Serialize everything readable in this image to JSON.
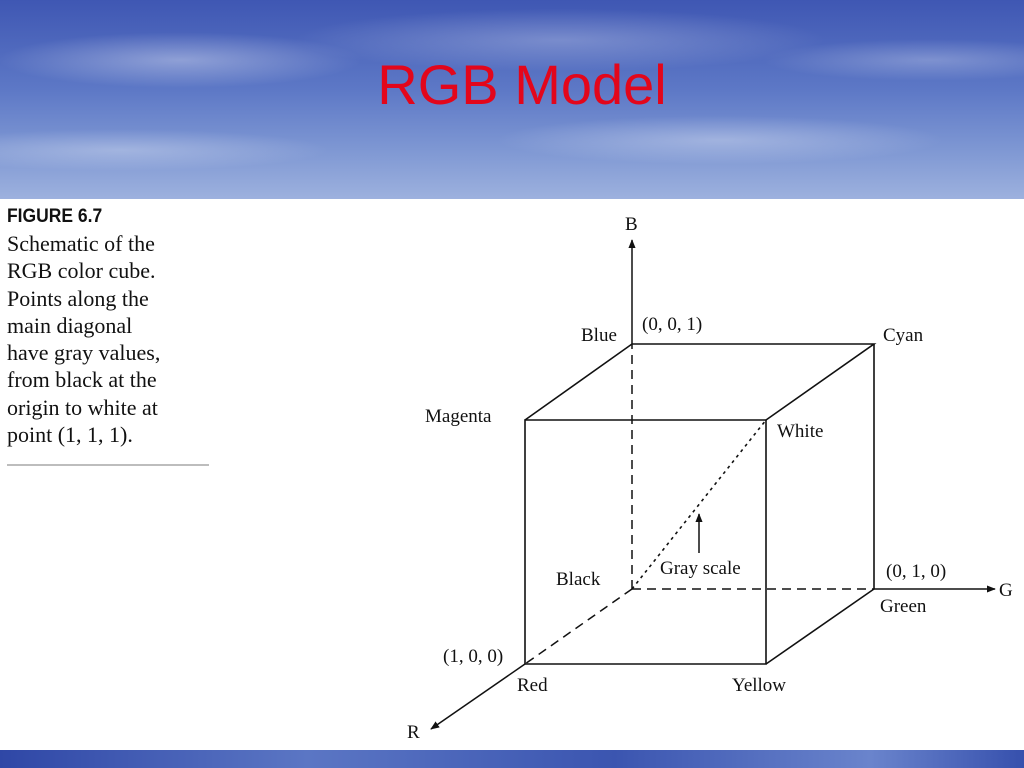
{
  "slide": {
    "title": "RGB Model"
  },
  "figure": {
    "label": "FIGURE 6.7",
    "caption_lines": [
      "Schematic of the",
      "RGB color cube.",
      "Points along the",
      "main diagonal",
      "have gray values,",
      "from black at the",
      "origin to white at",
      "point (1, 1, 1)."
    ]
  },
  "diagram": {
    "axes": {
      "b": "B",
      "g": "G",
      "r": "R"
    },
    "vertices": {
      "blue": "Blue",
      "blue_coord": "(0, 0, 1)",
      "cyan": "Cyan",
      "magenta": "Magenta",
      "white": "White",
      "black": "Black",
      "green_coord": "(0, 1, 0)",
      "green": "Green",
      "red_coord": "(1, 0, 0)",
      "red": "Red",
      "yellow": "Yellow"
    },
    "gray_scale_label": "Gray scale"
  }
}
